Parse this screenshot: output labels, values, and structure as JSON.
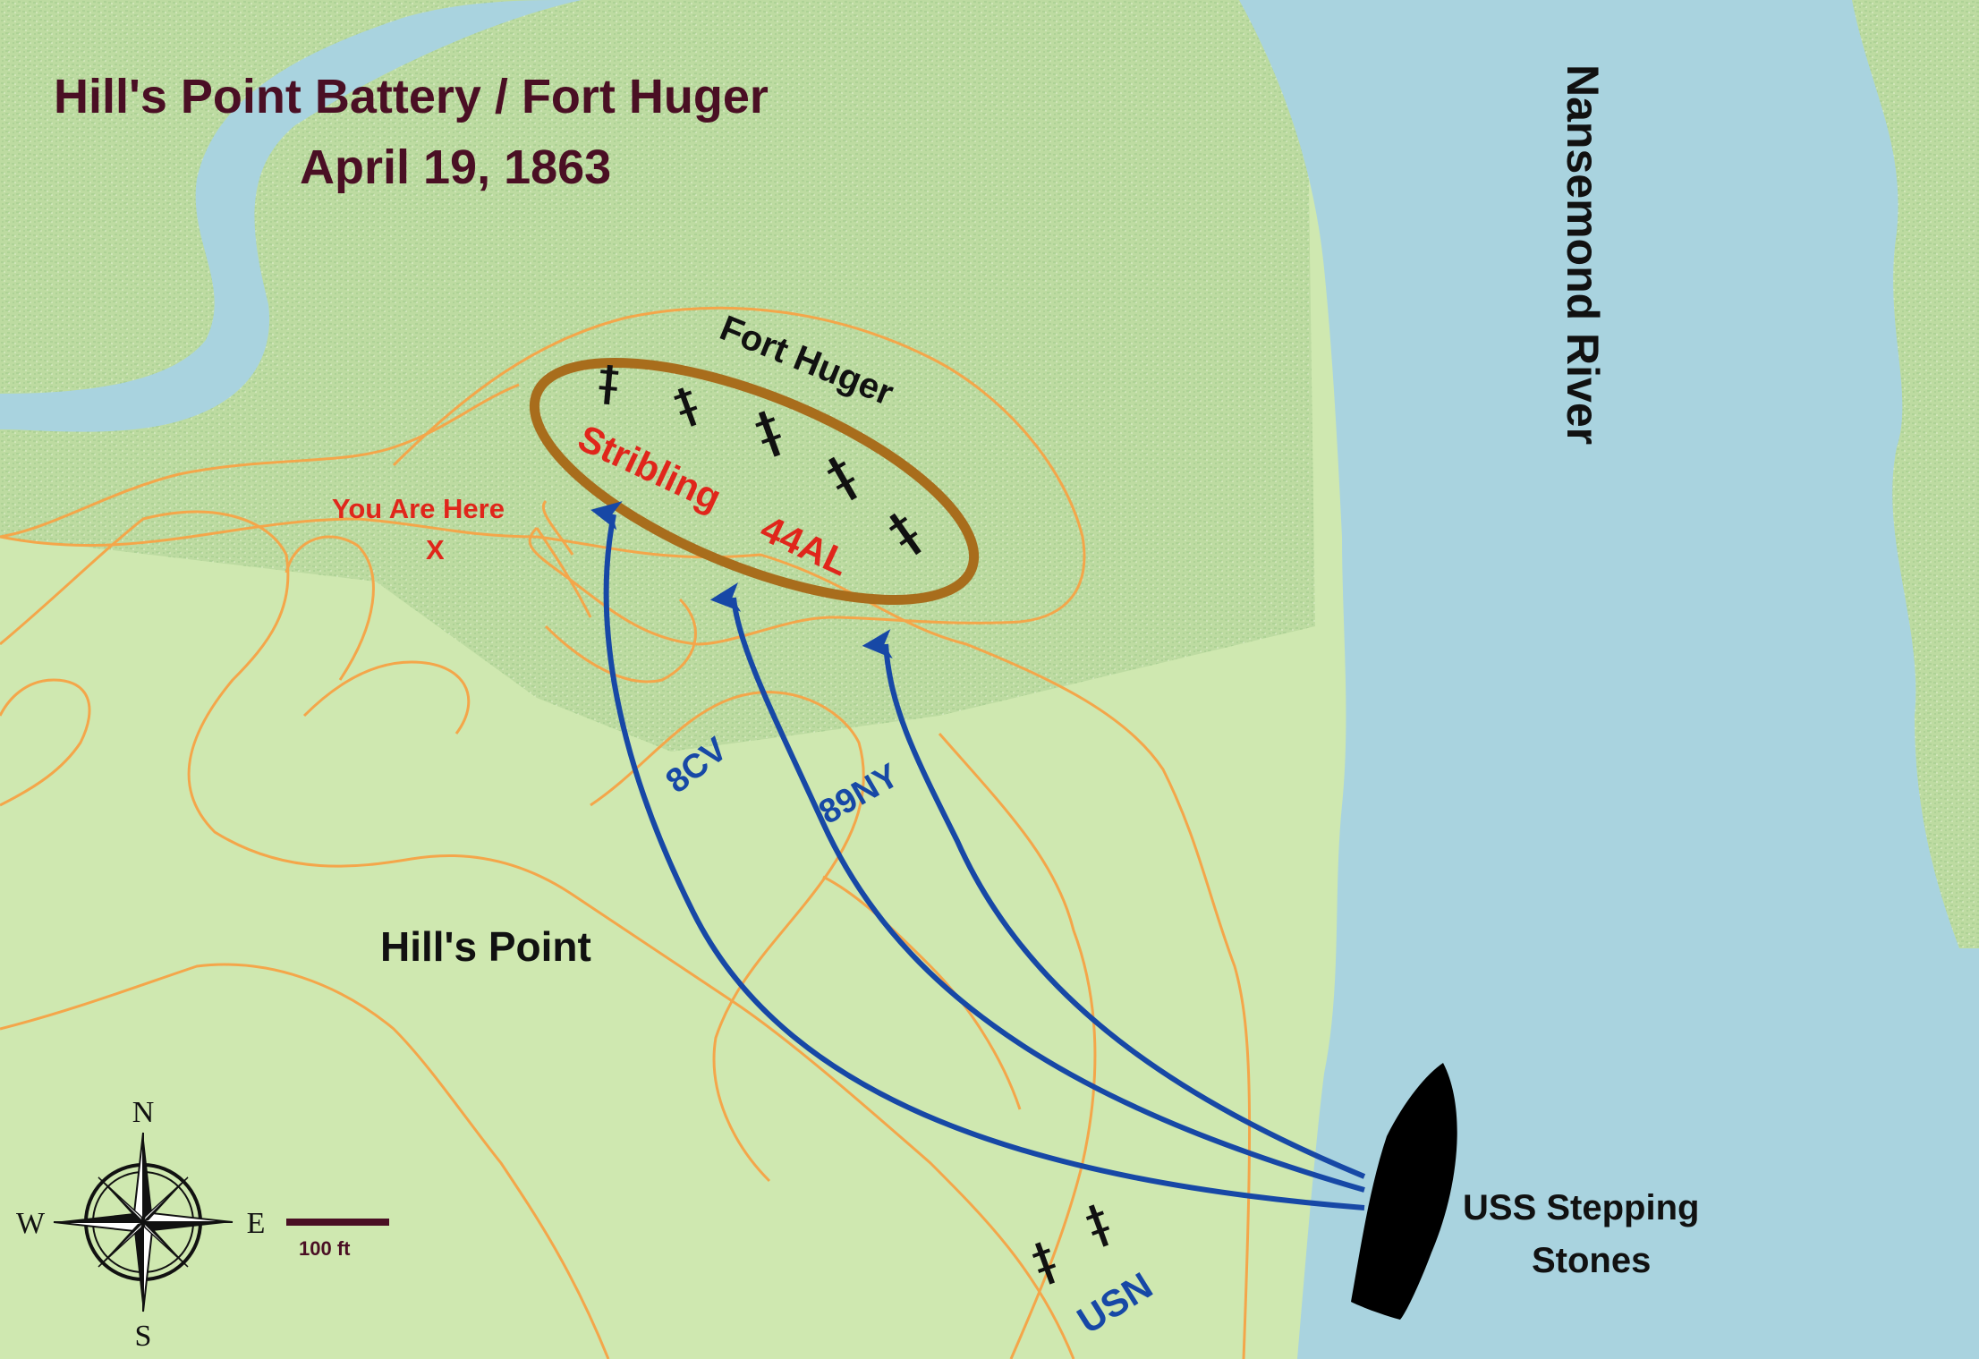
{
  "map": {
    "title": "Hill's Point Battery / Fort Huger",
    "subtitle": "April 19, 1863",
    "labels": {
      "fort": "Fort Huger",
      "river": "Nansemond River",
      "point": "Hill's Point",
      "you_are_here": "You Are Here",
      "you_are_here_mark": "X",
      "ship": "USS Stepping Stones",
      "ship_line1": "USS Stepping",
      "ship_line2": "Stones",
      "usn": "USN"
    },
    "units": {
      "confederate": [
        "Stribling",
        "44AL"
      ],
      "union": [
        "8CV",
        "89NY"
      ]
    },
    "scale_bar": {
      "label": "100 ft"
    },
    "compass": {
      "n": "N",
      "s": "S",
      "e": "E",
      "w": "W"
    },
    "colors": {
      "land": "#cfe8b0",
      "wooded": "#bcdca0",
      "water": "#a9d3df",
      "contour": "#f4a64a",
      "fort_ring": "#a86d1c",
      "union_arrow": "#1748a6",
      "confederate_text": "#e0261b",
      "title_text": "#4a0f24"
    },
    "icons": [
      "compass-rose-icon",
      "cannon-icon",
      "ship-icon",
      "scale-bar-icon"
    ]
  }
}
